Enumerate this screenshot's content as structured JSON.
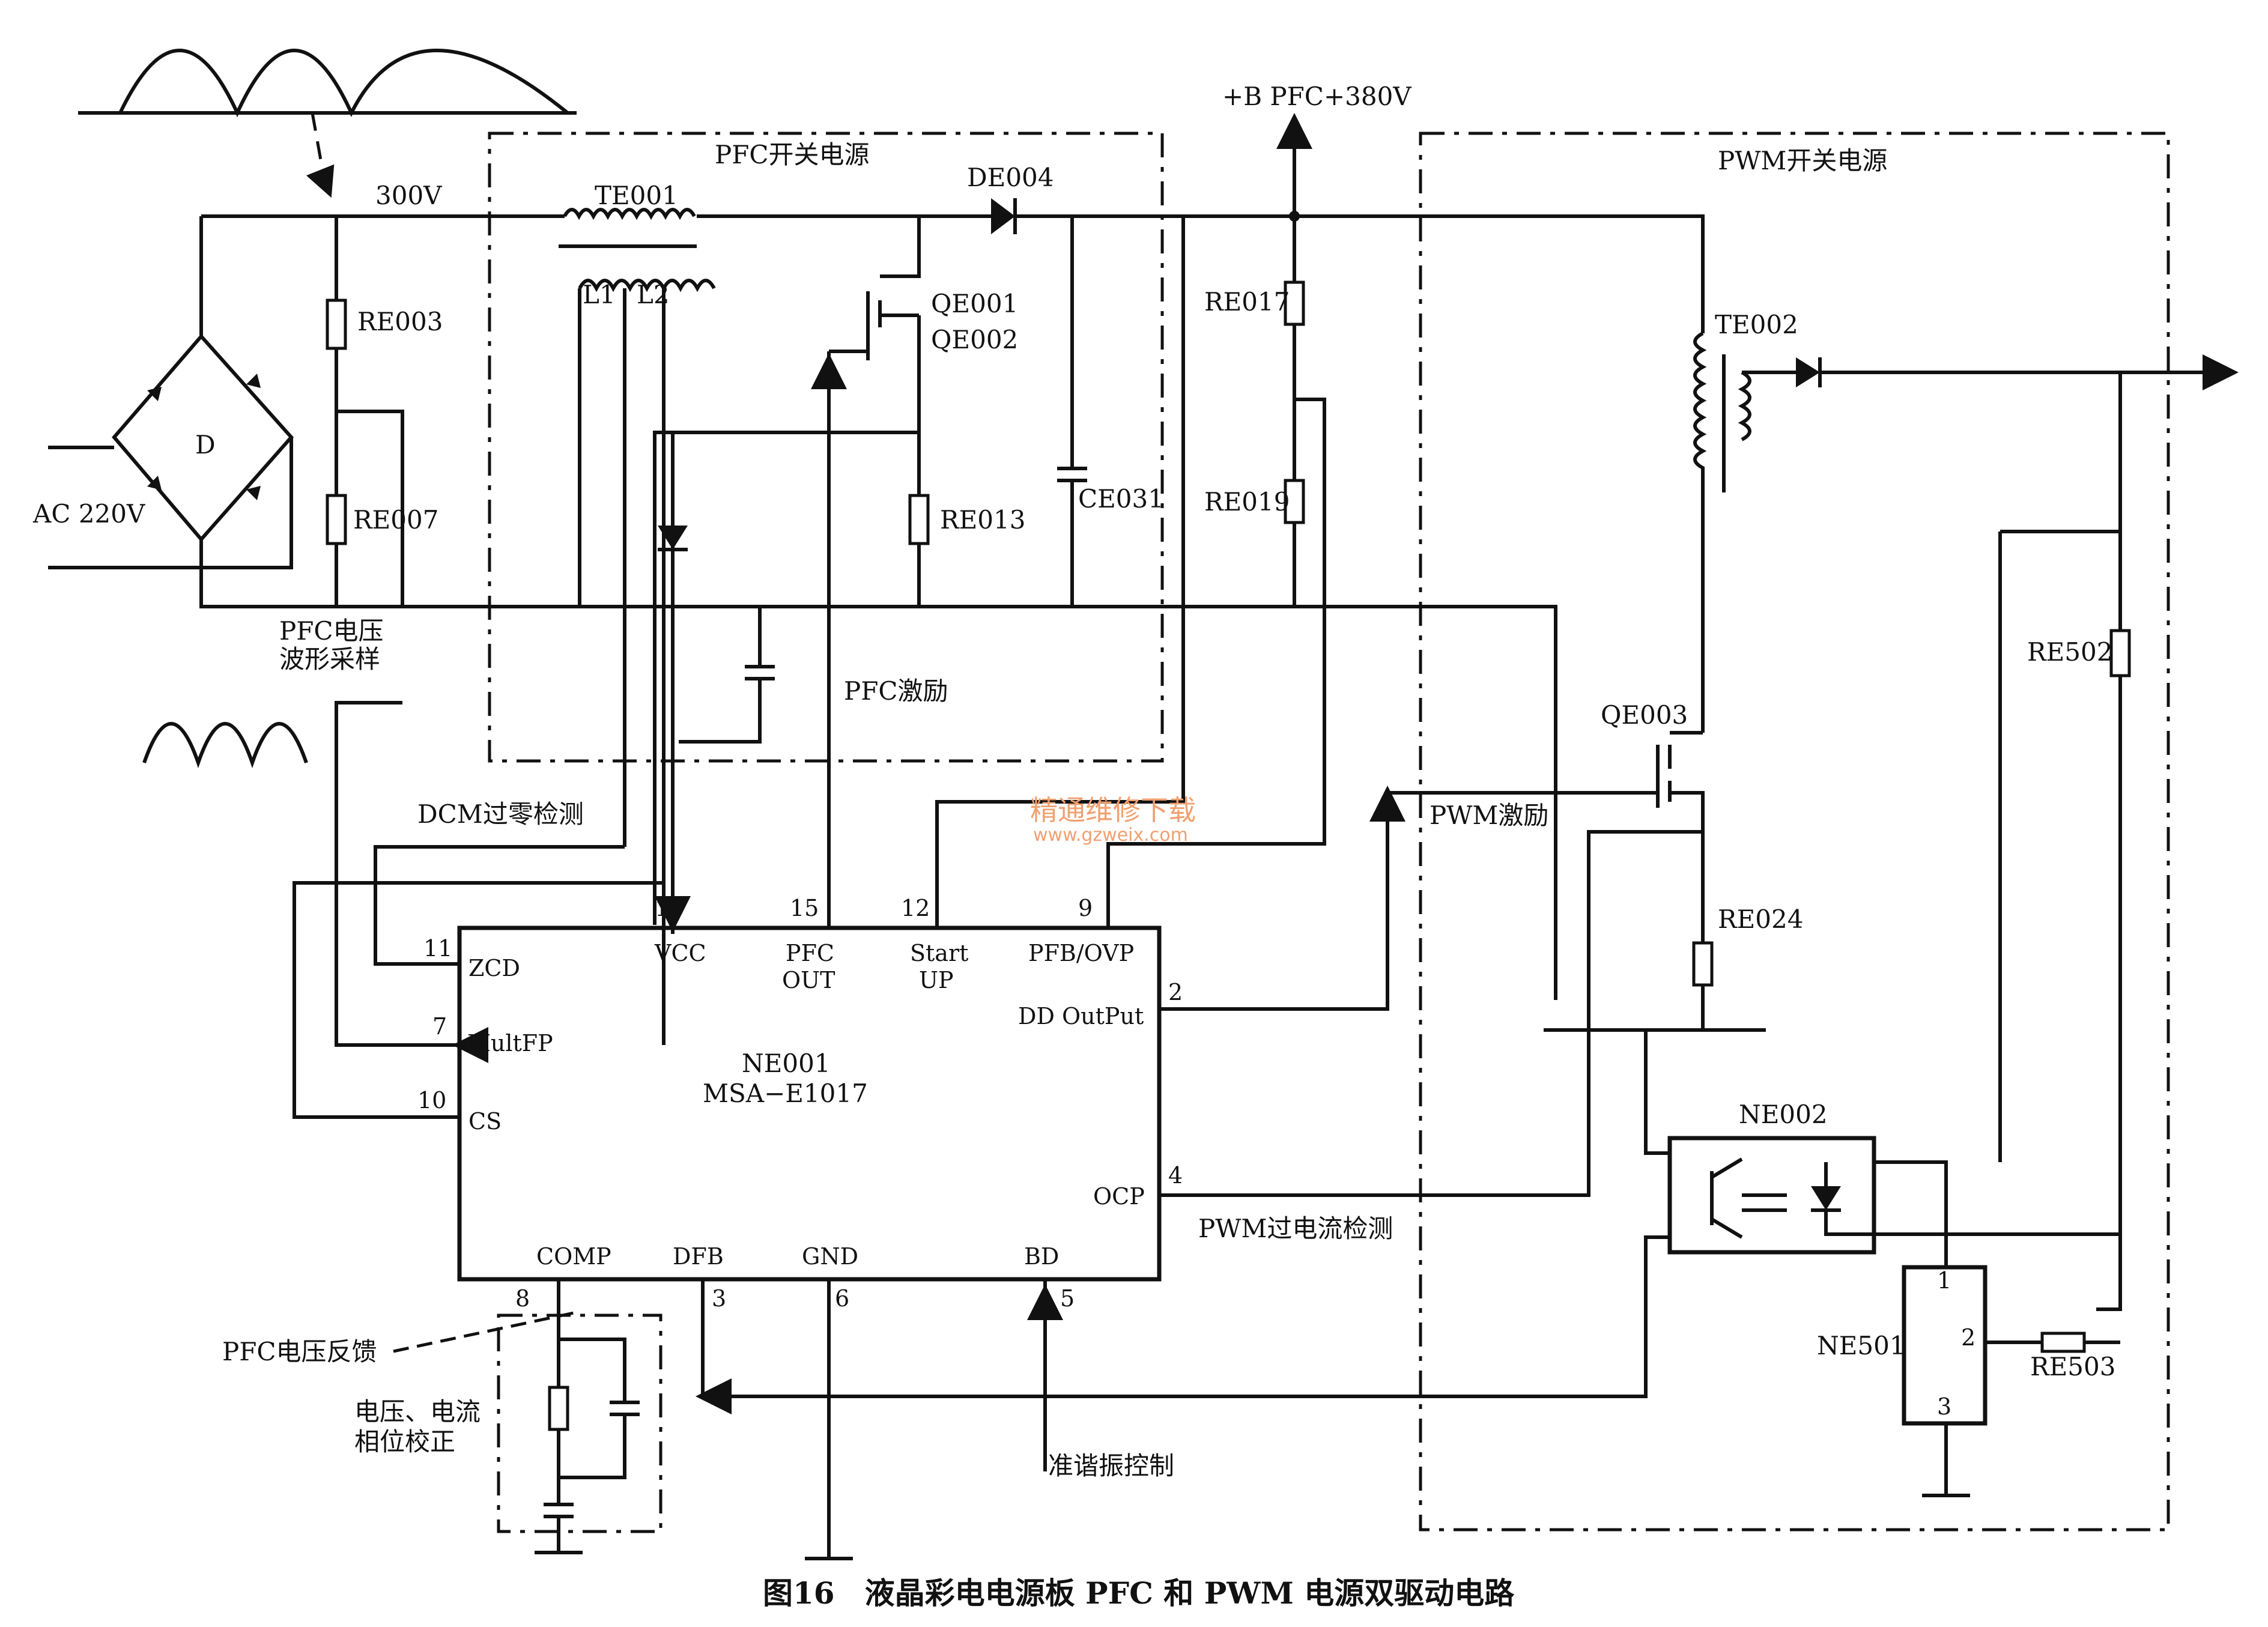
{
  "labels": {
    "pfc_section": "PFC开关电源",
    "pwm_section": "PWM开关电源",
    "bus_voltage": "+B PFC+380V",
    "rect_voltage": "300V",
    "ac_input": "AC 220V",
    "bridge": "D",
    "te001": "TE001",
    "l1": "L1",
    "l2": "L2",
    "de004": "DE004",
    "qe001": "QE001",
    "qe002": "QE002",
    "re003": "RE003",
    "re007": "RE007",
    "re013": "RE013",
    "ce031": "CE031",
    "re017": "RE017",
    "re019": "RE019",
    "te002": "TE002",
    "re502": "RE502",
    "qe003": "QE003",
    "re024": "RE024",
    "ne002": "NE002",
    "ne501": "NE501",
    "re503": "RE503",
    "pfc_sample_1": "PFC电压",
    "pfc_sample_2": "波形采样",
    "pfc_drive": "PFC激励",
    "dcm_zero": "DCM过零检测",
    "pwm_drive": "PWM激励",
    "pwm_ocp": "PWM过电流检测",
    "pfc_feedback": "PFC电压反馈",
    "phase_1": "电压、电流",
    "phase_2": "相位校正",
    "quasi_res": "准谐振控制",
    "watermark_1": "精通维修下载",
    "watermark_2": "www.gzweix.com",
    "caption": "图16　液晶彩电电源板 PFC 和 PWM 电源双驱动电路"
  },
  "ic": {
    "name": "NE001",
    "model": "MSA−E1017",
    "pins": {
      "zcd": "ZCD",
      "zcd_no": "11",
      "multfp": "MultFP",
      "multfp_no": "7",
      "cs": "CS",
      "cs_no": "10",
      "vcc": "VCC",
      "vcc_no": "1",
      "pfc_out_1": "PFC",
      "pfc_out_2": "OUT",
      "pfc_out_no": "15",
      "start_1": "Start",
      "start_2": "UP",
      "start_no": "12",
      "pfb": "PFB/OVP",
      "pfb_no": "9",
      "dd": "DD OutPut",
      "dd_no": "2",
      "ocp": "OCP",
      "ocp_no": "4",
      "comp": "COMP",
      "comp_no": "8",
      "dfb": "DFB",
      "dfb_no": "3",
      "gnd": "GND",
      "gnd_no": "6",
      "bd": "BD",
      "bd_no": "5"
    }
  },
  "ne501_pins": {
    "p1": "1",
    "p2": "2",
    "p3": "3"
  }
}
